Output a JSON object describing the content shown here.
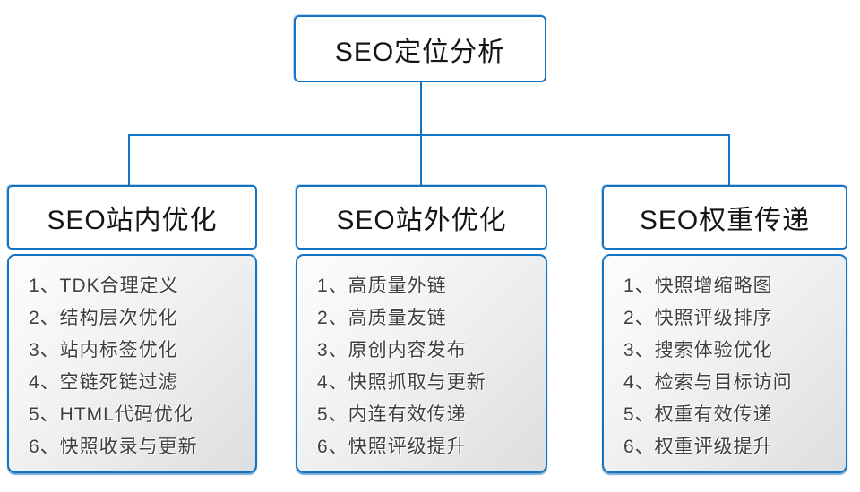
{
  "colors": {
    "accent_blue": "#1474c4",
    "list_bg_top": "#fdfdfd",
    "list_bg_bottom": "#dddee0",
    "text_dark": "#3f3f3f"
  },
  "root": {
    "title": "SEO定位分析"
  },
  "columns": [
    {
      "title": "SEO站内优化",
      "items": [
        "1、TDK合理定义",
        "2、结构层次优化",
        "3、站内标签优化",
        "4、空链死链过滤",
        "5、HTML代码优化",
        "6、快照收录与更新"
      ]
    },
    {
      "title": "SEO站外优化",
      "items": [
        "1、高质量外链",
        "2、高质量友链",
        "3、原创内容发布",
        "4、快照抓取与更新",
        "5、内连有效传递",
        "6、快照评级提升"
      ]
    },
    {
      "title": "SEO权重传递",
      "items": [
        "1、快照增缩略图",
        "2、快照评级排序",
        "3、搜索体验优化",
        "4、检索与目标访问",
        "5、权重有效传递",
        "6、权重评级提升"
      ]
    }
  ]
}
